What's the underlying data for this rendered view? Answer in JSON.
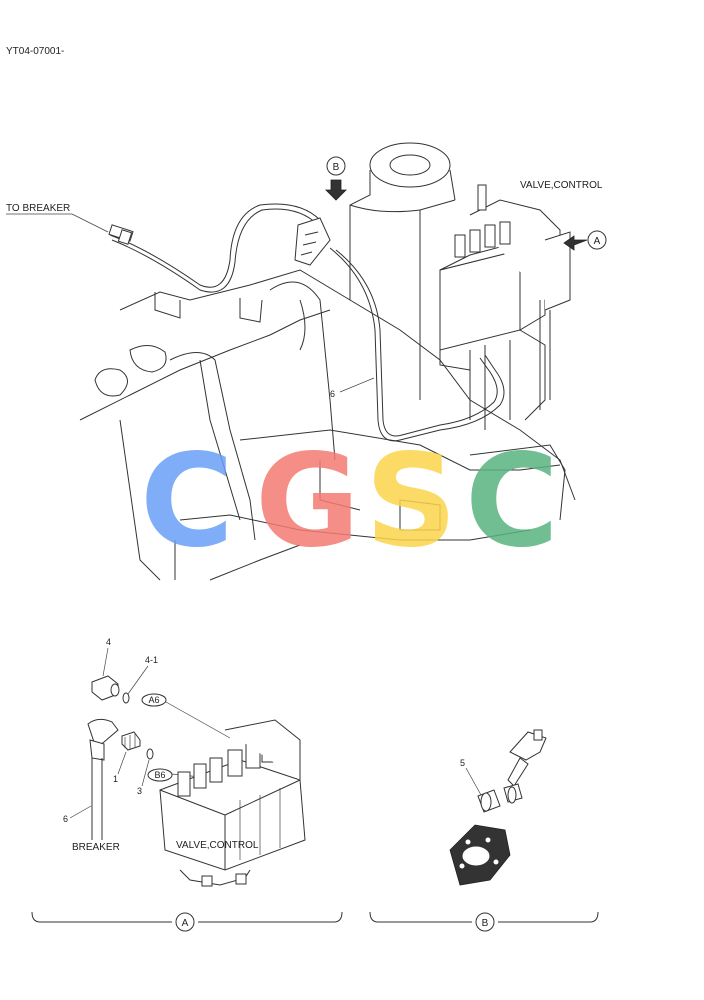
{
  "doc_code": "YT04-07001-",
  "labels": {
    "to_breaker": "TO BREAKER",
    "valve_control_top": "VALVE,CONTROL",
    "valve_control_detail": "VALVE,CONTROL",
    "breaker": "BREAKER",
    "view_a": "A",
    "view_b": "B",
    "part_6_main": "6",
    "part_4": "4",
    "part_4_1": "4-1",
    "part_1": "1",
    "part_3": "3",
    "part_6_detail": "6",
    "part_5": "5",
    "tag_a6": "A6",
    "tag_b6": "B6",
    "detail_a": "A",
    "detail_b": "B"
  },
  "watermark": {
    "letters": [
      "C",
      "G",
      "S",
      "C"
    ],
    "colors": [
      "#6a9ff7",
      "#f47b72",
      "#fbd54b",
      "#58b37f"
    ]
  }
}
